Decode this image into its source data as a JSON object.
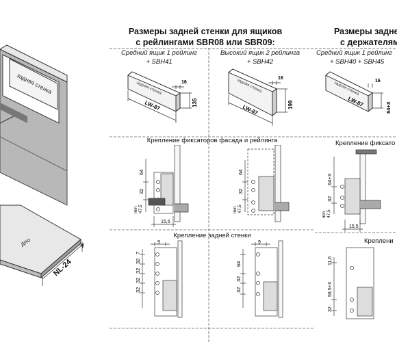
{
  "panel_main": {
    "title_line1": "Размеры задней стенки для ящиков",
    "title_line2": "с рейлингами SBR08 или SBR09:",
    "col_left": {
      "caption_line1": "Средний ящик 1 рейлинг",
      "caption_line2": "+ SBH41",
      "depth_dim": "16",
      "height_dim": "135",
      "part_label": "LW-87",
      "part_text": "задняя стенка"
    },
    "col_right": {
      "caption_line1": "Высокий ящик 2 рейлинга",
      "caption_line2": "+ SBH42",
      "depth_dim": "16",
      "height_dim": "199",
      "part_label": "LW-87",
      "part_text": "задняя стенка"
    },
    "section_front": "Крепление фиксаторов фасада и рейлинга",
    "section_back": "Крепление задней стенки",
    "dims_front_left": {
      "d64": "64",
      "d32": "32",
      "dmin": "min",
      "d475": "47,5",
      "d155": "15,5"
    },
    "dims_front_right": {
      "d64": "64",
      "d32": "32",
      "dmin": "min",
      "d475": "47,5"
    },
    "dims_back_left": {
      "d9": "9",
      "d7": "7",
      "d32a": "32",
      "d32b": "32",
      "d32c": "32",
      "d32d": "32"
    },
    "dims_back_right": {
      "d9": "9",
      "d64": "64",
      "d32a": "32",
      "d32b": "32"
    }
  },
  "panel_right": {
    "title_line1": "Размеры задней",
    "title_line2": "с держателям",
    "caption_line1": "Средний ящик 1 рейлинг",
    "caption_line2": "+ SBH40 + SBH45",
    "depth_dim": "16",
    "height_dim": "84+X",
    "part_label": "LW-87",
    "part_text": "задняя стенка",
    "section_front": "Крепление фиксато",
    "section_back": "Креплени",
    "dims_front": {
      "d64x": "64+X",
      "d32": "32",
      "dmin": "min",
      "d475": "47,5",
      "d155": "15,5"
    },
    "dims_back": {
      "d116": "11,6",
      "d595": "59,5+X",
      "d32": "32"
    }
  },
  "panel_left": {
    "back_wall_label": "задняя стенка",
    "bottom_label": "дно",
    "bottom_dim": "NL-24"
  }
}
